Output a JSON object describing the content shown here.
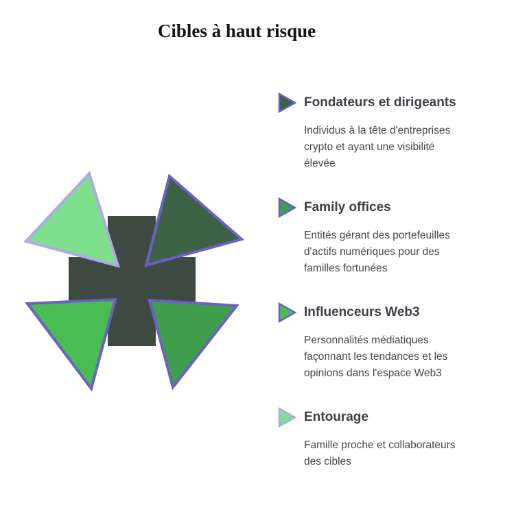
{
  "title": "Cibles à haut risque",
  "colors": {
    "purple": "#6c5fc7",
    "light_purple": "#b2a7ea",
    "cross": "#3d4a41",
    "dark_green": "#3d6246",
    "green": "#3f9e4b",
    "bright_green": "#49bd52",
    "light_green": "#7ee08c",
    "heading_text": "#3d4147",
    "body_text": "#43474c"
  },
  "items": [
    {
      "label": "Fondateurs et dirigeants",
      "description": "Individus à la tête d'entreprises crypto et ayant une visibilité élevée",
      "icon": "triangle-right-icon",
      "icon_fill": "#3d6246",
      "icon_stroke": "#6c5fc7"
    },
    {
      "label": "Family offices",
      "description": "Entités gérant des portefeuilles d'actifs numériques pour des familles fortunées",
      "icon": "triangle-right-icon",
      "icon_fill": "#3f9e4b",
      "icon_stroke": "#6c5fc7"
    },
    {
      "label": "Influenceurs Web3",
      "description": "Personnalités médiatiques façonnant les tendances et les opinions dans l'espace Web3",
      "icon": "triangle-right-icon",
      "icon_fill": "#49bd52",
      "icon_stroke": "#6c5fc7"
    },
    {
      "label": "Entourage",
      "description": "Famille proche et collaborateurs des cibles",
      "icon": "triangle-right-icon",
      "icon_fill": "#7ee08c",
      "icon_stroke": "#b2a7ea"
    }
  ]
}
